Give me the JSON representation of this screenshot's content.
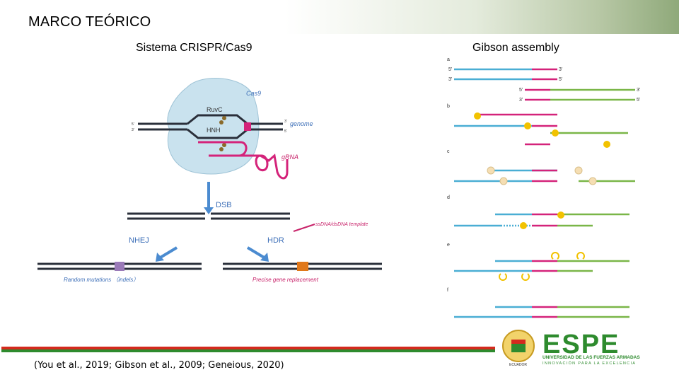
{
  "slide": {
    "title": "MARCO TEÓRICO",
    "citation": "(You et al., 2019; Gibson et al., 2009; Geneious, 2020)"
  },
  "left_panel": {
    "title": "Sistema CRISPR/Cas9",
    "labels": {
      "cas9": "Cas9",
      "ruvc": "RuvC",
      "hnh": "HNH",
      "genome": "genome",
      "grna": "gRNA",
      "dsb": "DSB",
      "nhej": "NHEJ",
      "hdr": "HDR",
      "template": "ssDNA/dsDNA template",
      "random": "Random mutations （indels）",
      "precise": "Precise gene replacement",
      "p5": "5'",
      "p3": "3'"
    }
  },
  "right_panel": {
    "title": "Gibson assembly",
    "step_labels": [
      "a",
      "b",
      "c",
      "d",
      "e",
      "f"
    ],
    "end_labels": {
      "five": "5'",
      "three": "3'"
    }
  },
  "logo": {
    "wordmark": "ESPE",
    "line1": "UNIVERSIDAD DE LAS FUERZAS ARMADAS",
    "line2": "INNOVACIÓN PARA LA EXCELENCIA",
    "seal_text": "ECUADOR"
  },
  "colors": {
    "blue": "#4aaed4",
    "magenta": "#d4237a",
    "green": "#7ab648",
    "yellow": "#f2c200",
    "cas9": "#c9e2ee",
    "purple": "#9a7ab8",
    "orange": "#e0781a",
    "accent_red": "#d42a1e",
    "accent_green": "#2e8b2e",
    "label_blue": "#3d6fb8",
    "label_magenta": "#c8236a"
  }
}
